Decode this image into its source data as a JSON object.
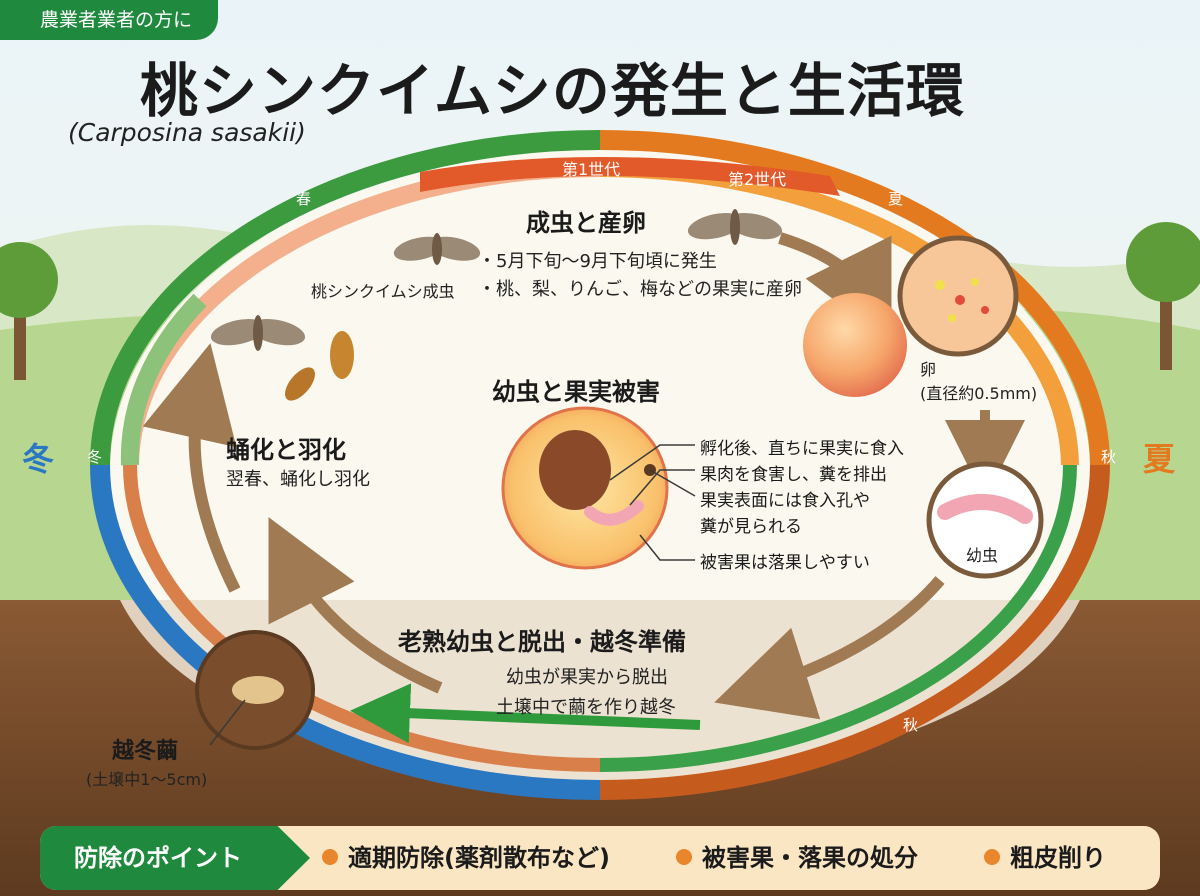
{
  "header": {
    "badge": "農業者業者の方に",
    "title": "桃シンクイムシの発生と生活環",
    "scientific_name": "(Carposina sasakii)"
  },
  "seasons": {
    "spring": "春",
    "summer": "夏",
    "autumn_right": "秋",
    "autumn_bottom": "秋",
    "winter": "冬",
    "left_big": "冬",
    "right_big": "夏"
  },
  "generations": {
    "first": "第1世代",
    "second": "第2世代"
  },
  "adult": {
    "heading": "成虫と産卵",
    "moth_label": "桃シンクイムシ成虫",
    "bullets": [
      "・5月下旬〜9月下旬頃に発生",
      "・桃、梨、りんご、梅などの果実に産卵"
    ]
  },
  "egg": {
    "label": "卵",
    "size": "(直径約0.5mm)"
  },
  "larva": {
    "heading": "幼虫と果実被害",
    "label": "幼虫",
    "callouts": [
      "孵化後、直ちに果実に食入",
      "果肉を食害し、糞を排出",
      "果実表面には食入孔や",
      "糞が見られる",
      "被害果は落果しやすい"
    ]
  },
  "pupation": {
    "heading": "蛹化と羽化",
    "text": "翌春、蛹化し羽化"
  },
  "mature": {
    "heading": "老熟幼虫と脱出・越冬準備",
    "lines": [
      "幼虫が果実から脱出",
      "土壌中で繭を作り越冬"
    ]
  },
  "cocoon": {
    "label": "越冬繭",
    "depth": "(土壌中1〜5cm)"
  },
  "control": {
    "heading": "防除のポイント",
    "points": [
      "適期防除(薬剤散布など)",
      "被害果・落果の処分",
      "粗皮削り"
    ]
  },
  "colors": {
    "green": "#3c9a3f",
    "orange": "#e37a1f",
    "blue": "#2b78c2",
    "brown": "#9a6a3c",
    "accent_orange": "#e9852a"
  }
}
